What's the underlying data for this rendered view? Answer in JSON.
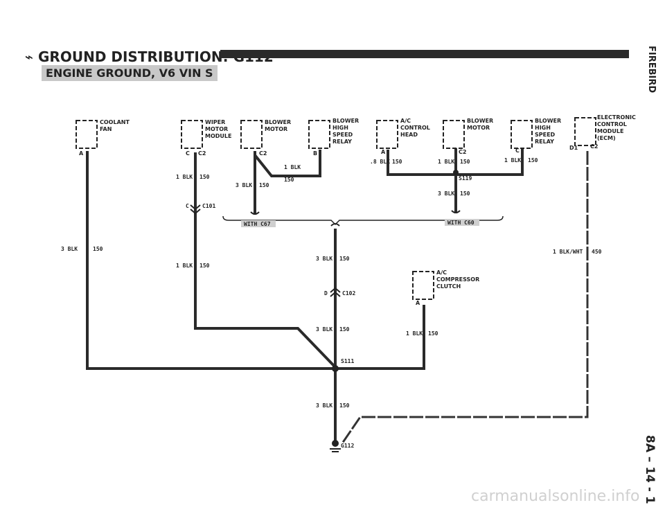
{
  "header": {
    "title": "GROUND DISTRIBUTION: G112",
    "subtitle": "ENGINE GROUND, V6 VIN S"
  },
  "side": {
    "model": "FIREBIRD",
    "page": "8A – 14 - 1"
  },
  "watermark": "carmanualsonline.info",
  "components": [
    {
      "id": "coolant_fan",
      "lines": [
        "COOLANT",
        "FAN"
      ],
      "pin": "A"
    },
    {
      "id": "wiper_motor_module",
      "lines": [
        "WIPER",
        "MOTOR",
        "MODULE"
      ],
      "pin": "C",
      "connector": "C2"
    },
    {
      "id": "blower_motor_1",
      "lines": [
        "BLOWER",
        "MOTOR"
      ],
      "connector": "C2"
    },
    {
      "id": "blower_high_speed_relay_1",
      "lines": [
        "BLOWER",
        "HIGH",
        "SPEED",
        "RELAY"
      ],
      "pin": "B"
    },
    {
      "id": "ac_control_head",
      "lines": [
        "A/C",
        "CONTROL",
        "HEAD"
      ],
      "pin": "A"
    },
    {
      "id": "blower_motor_2",
      "lines": [
        "BLOWER",
        "MOTOR"
      ],
      "connector": "C2"
    },
    {
      "id": "blower_high_speed_relay_2",
      "lines": [
        "BLOWER",
        "HIGH",
        "SPEED",
        "RELAY"
      ],
      "pin": "C"
    },
    {
      "id": "ecm",
      "lines": [
        "ELECTRONIC",
        "CONTROL",
        "MODULE",
        "(ECM)"
      ],
      "pin": "D1",
      "connector": "C2"
    },
    {
      "id": "ac_compressor_clutch",
      "lines": [
        "A/C",
        "COMPRESSOR",
        "CLUTCH"
      ],
      "pin": "A"
    }
  ],
  "wires": {
    "w_coolant": {
      "gauge": "3 BLK",
      "circuit": "150"
    },
    "w_wiper_upper": {
      "gauge": "1 BLK",
      "circuit": "150"
    },
    "w_wiper_lower": {
      "gauge": "1 BLK",
      "circuit": "150"
    },
    "w_blower_c67": {
      "gauge": "3 BLK",
      "circuit": "150"
    },
    "w_relay_c67": {
      "gauge": "1 BLK",
      "circuit": "150"
    },
    "w_ac_head": {
      "gauge": ".8 BLK",
      "circuit": "150"
    },
    "w_blower_c60": {
      "gauge": "1 BLK",
      "circuit": "150"
    },
    "w_relay_c60": {
      "gauge": "1 BLK",
      "circuit": "150"
    },
    "w_s119": {
      "gauge": "3 BLK",
      "circuit": "150"
    },
    "w_trunk_upper": {
      "gauge": "3 BLK",
      "circuit": "150"
    },
    "w_trunk_mid": {
      "gauge": "3 BLK",
      "circuit": "150"
    },
    "w_compressor": {
      "gauge": "1 BLK",
      "circuit": "150"
    },
    "w_trunk_lower": {
      "gauge": "3 BLK",
      "circuit": "150"
    },
    "w_ecm": {
      "gauge": "1 BLK/WHT",
      "circuit": "450"
    }
  },
  "connectors": {
    "c101": {
      "pin": "C",
      "name": "C101"
    },
    "c102": {
      "pin": "D",
      "name": "C102"
    }
  },
  "splices": {
    "s119": "S119",
    "s111": "S111"
  },
  "options": {
    "with_c67": "WITH C67",
    "with_c60": "WITH C60"
  },
  "ground": "G112"
}
